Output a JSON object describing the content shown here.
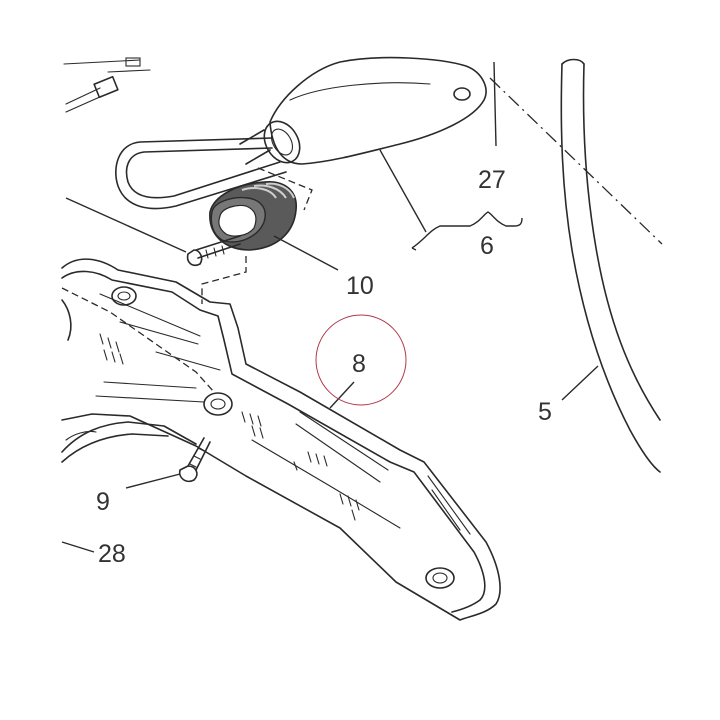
{
  "callouts": {
    "c27": "27",
    "c6": "6",
    "c10": "10",
    "c8": "8",
    "c5": "5",
    "c9": "9",
    "c28": "28"
  },
  "colors": {
    "line": "#2a2a2a",
    "text": "#333333",
    "highlight_circle": "#b03a4a",
    "rubber": "#5a5a5a",
    "background": "#ffffff"
  }
}
